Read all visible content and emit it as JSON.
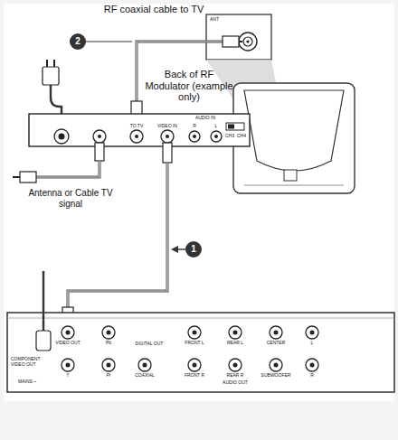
{
  "diagram": {
    "labels": [
      "RF coaxial cable to TV",
      "2",
      "ANT",
      "Back of RF Modulator (example only)",
      "TO TV",
      "VIDEO IN",
      "AUDIO IN",
      "R",
      "L",
      "CH3",
      "CH4",
      "Antenna or Cable TV signal",
      "1",
      "VIDEO OUT",
      "COMPONENT VIDEO OUT",
      "Pb",
      "DIGITAL OUT",
      "FRONT L",
      "REAR L",
      "CENTER",
      "L",
      "Y",
      "Pr",
      "COAXIAL",
      "FRONT R",
      "REAR R",
      "SUBWOOFER",
      "AUDIO OUT",
      "R",
      "MAINS ~"
    ]
  }
}
